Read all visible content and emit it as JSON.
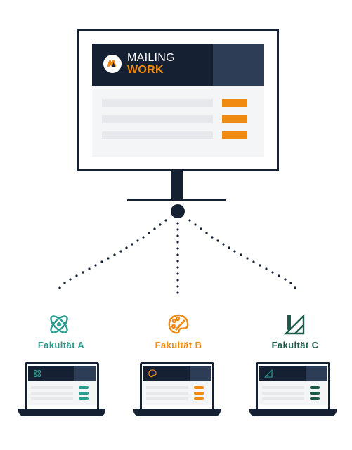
{
  "logo": {
    "line1": "MAILING",
    "line2": "WORK"
  },
  "faculties": [
    {
      "name": "Fakultät A",
      "color": "#2a9d8f",
      "icon": "atom-icon"
    },
    {
      "name": "Fakultät B",
      "color": "#f18a10",
      "icon": "palette-icon"
    },
    {
      "name": "Fakultät C",
      "color": "#1f5b4b",
      "icon": "ruler-triangle-icon"
    }
  ],
  "colors": {
    "navy": "#152033",
    "slate": "#2d3d55",
    "orange": "#f18a10",
    "teal": "#2a9d8f",
    "dark_green": "#1f5b4b"
  }
}
